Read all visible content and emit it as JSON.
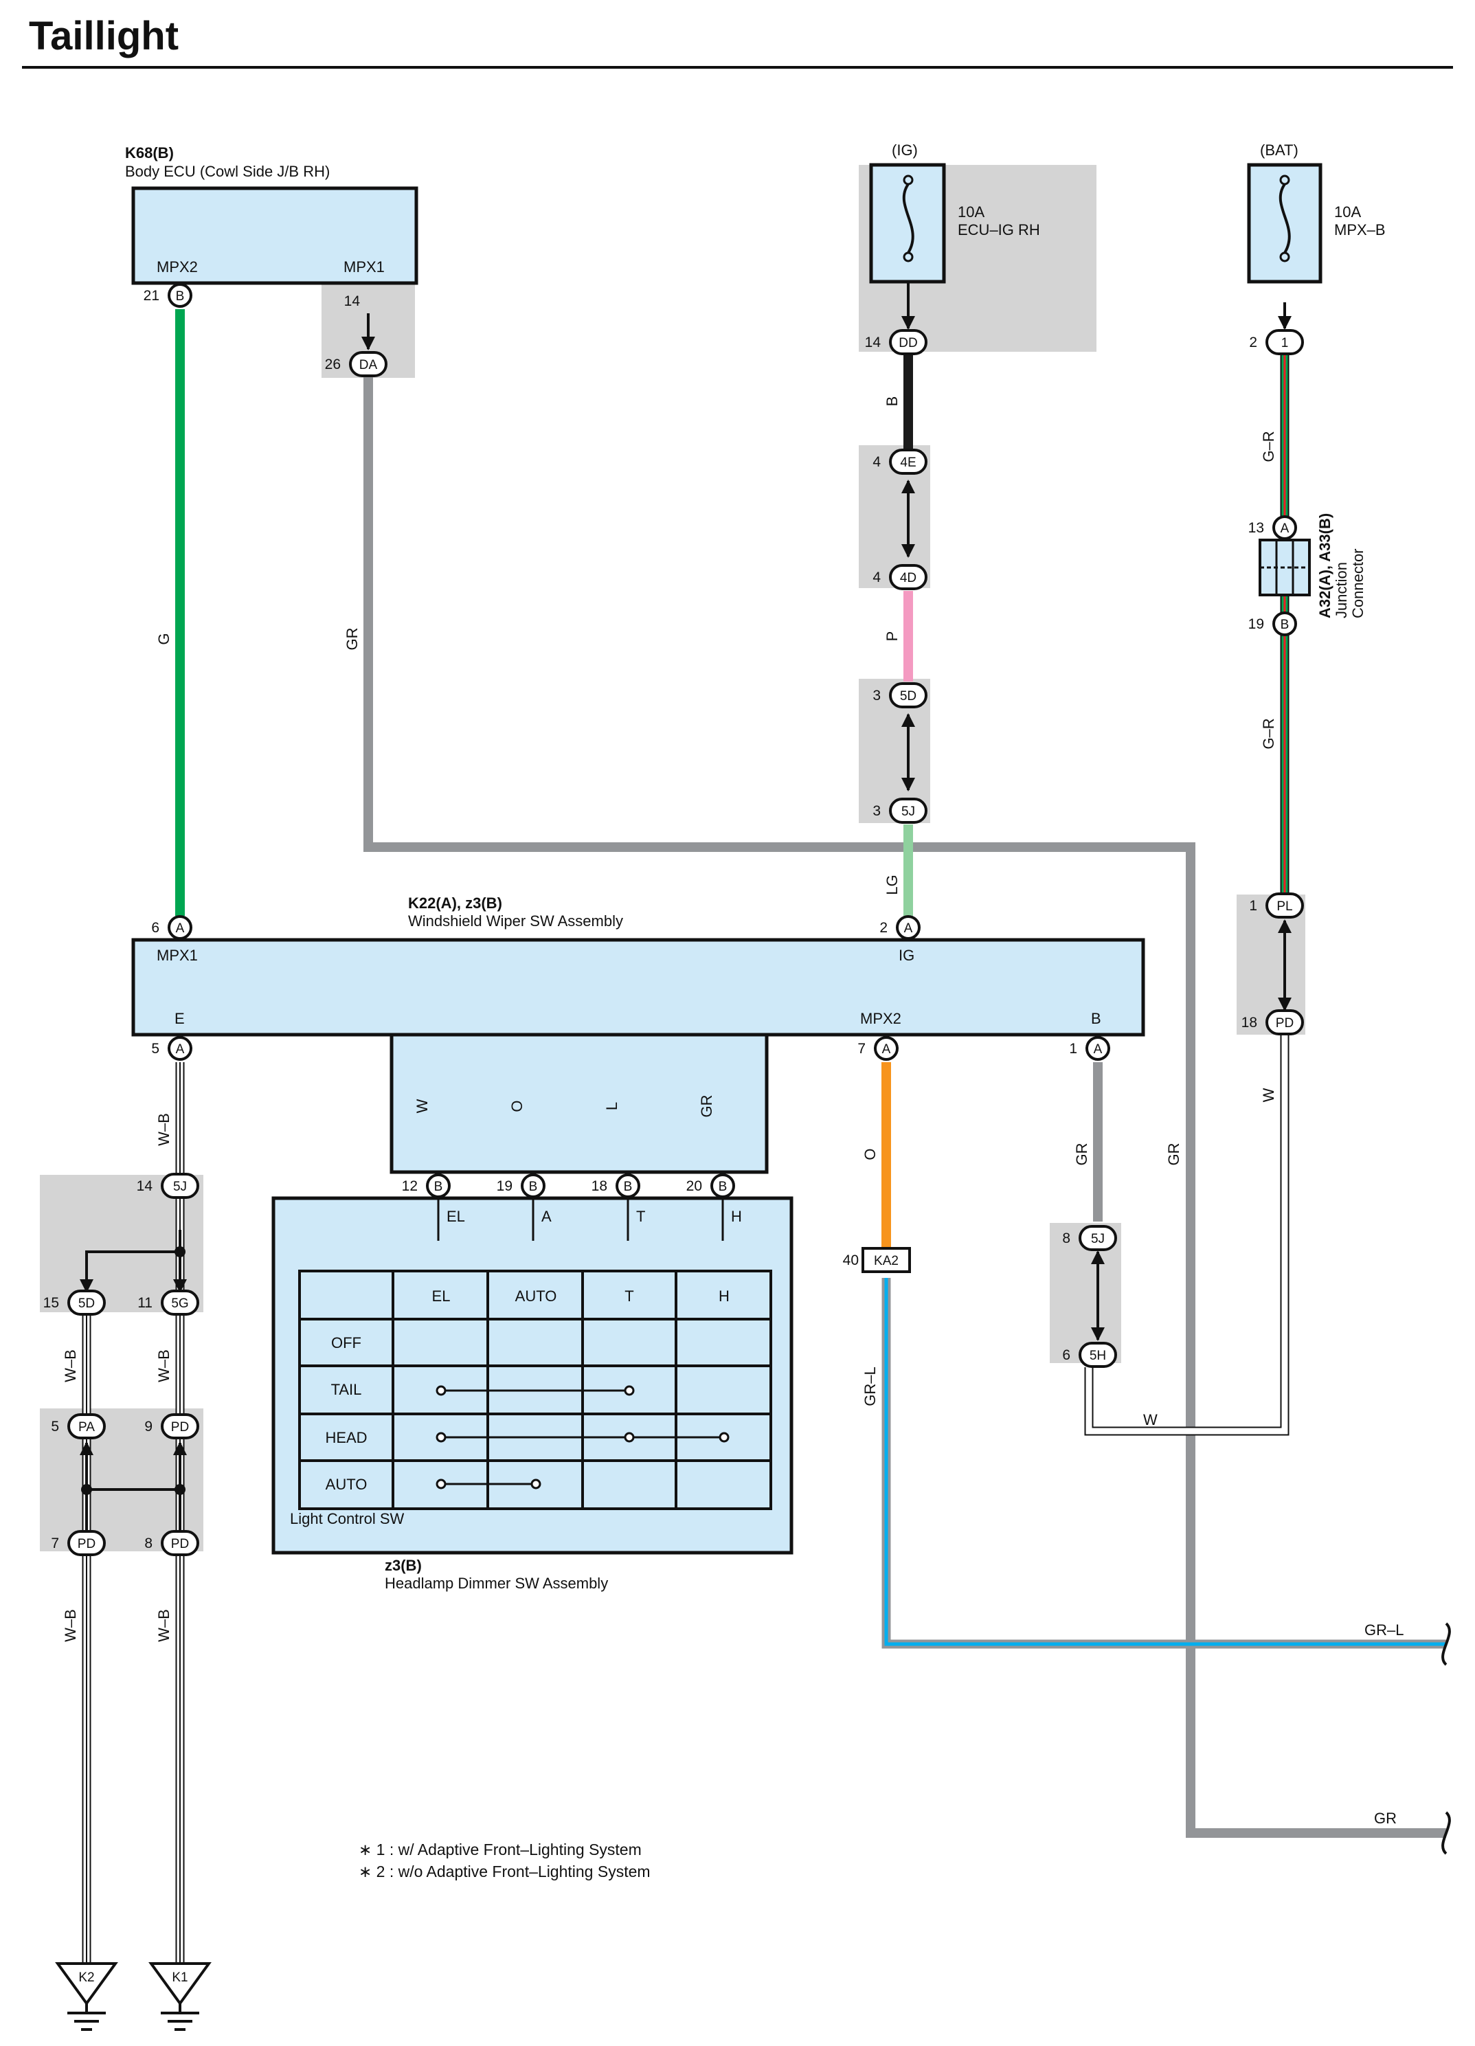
{
  "title": "Taillight",
  "components": {
    "body_ecu": {
      "ref": "K68(B)",
      "name": "Body ECU (Cowl Side J/B RH)",
      "pins": [
        "MPX2",
        "MPX1"
      ]
    },
    "fuse_ig": {
      "supply": "(IG)",
      "rating": "10A",
      "name": "ECU–IG RH"
    },
    "fuse_bat": {
      "supply": "(BAT)",
      "rating": "10A",
      "name": "MPX–B"
    },
    "junction": {
      "ref": "A32(A), A33(B)",
      "name_line1": "Junction",
      "name_line2": "Connector"
    },
    "wiper_sw": {
      "ref": "K22(A), z3(B)",
      "name": "Windshield Wiper SW Assembly",
      "pins": [
        "MPX1",
        "IG",
        "E",
        "MPX2",
        "B"
      ]
    },
    "dimmer_sw": {
      "ref": "z3(B)",
      "name": "Headlamp Dimmer SW Assembly",
      "inner_label": "Light Control SW",
      "switch_pins": [
        "EL",
        "A",
        "T",
        "H"
      ]
    }
  },
  "switch_table": {
    "columns": [
      "",
      "EL",
      "AUTO",
      "T",
      "H"
    ],
    "rows": [
      "OFF",
      "TAIL",
      "HEAD",
      "AUTO"
    ]
  },
  "connectors": {
    "ecu_21": {
      "pin": "21",
      "id": "B"
    },
    "ecu_14": {
      "pin": "14",
      "id": ""
    },
    "da_26": {
      "pin": "26",
      "id": "DA"
    },
    "dd_14": {
      "pin": "14",
      "id": "DD"
    },
    "e4_4": {
      "pin": "4",
      "id": "4E"
    },
    "d4_4": {
      "pin": "4",
      "id": "4D"
    },
    "d5_3": {
      "pin": "3",
      "id": "5D"
    },
    "j5_3": {
      "pin": "3",
      "id": "5J"
    },
    "bat_2": {
      "pin": "2",
      "id": "1"
    },
    "jc_13": {
      "pin": "13",
      "id": "A"
    },
    "jc_19": {
      "pin": "19",
      "id": "B"
    },
    "pl_1": {
      "pin": "1",
      "id": "PL"
    },
    "pd_18": {
      "pin": "18",
      "id": "PD"
    },
    "w_6": {
      "pin": "6",
      "id": "A"
    },
    "w_2": {
      "pin": "2",
      "id": "A"
    },
    "w_5": {
      "pin": "5",
      "id": "A"
    },
    "w_7": {
      "pin": "7",
      "id": "A"
    },
    "w_1": {
      "pin": "1",
      "id": "A"
    },
    "b_12": {
      "pin": "12",
      "id": "B"
    },
    "b_19": {
      "pin": "19",
      "id": "B"
    },
    "b_18": {
      "pin": "18",
      "id": "B"
    },
    "b_20": {
      "pin": "20",
      "id": "B"
    },
    "j5_14": {
      "pin": "14",
      "id": "5J"
    },
    "d5_15": {
      "pin": "15",
      "id": "5D"
    },
    "g5_11": {
      "pin": "11",
      "id": "5G"
    },
    "pa_5": {
      "pin": "5",
      "id": "PA"
    },
    "pd_9": {
      "pin": "9",
      "id": "PD"
    },
    "pd_7": {
      "pin": "7",
      "id": "PD"
    },
    "pd_8": {
      "pin": "8",
      "id": "PD"
    },
    "ka2_40": {
      "pin": "40",
      "id": "KA2"
    },
    "j5_8": {
      "pin": "8",
      "id": "5J"
    },
    "h5_6": {
      "pin": "6",
      "id": "5H"
    }
  },
  "wires": {
    "g": "G",
    "gr": "GR",
    "b": "B",
    "p": "P",
    "lg": "LG",
    "g_r": "G–R",
    "w_b": "W–B",
    "w": "W",
    "o": "O",
    "l": "L",
    "gr_l": "GR–L"
  },
  "wire_colors": {
    "G": "#00a651",
    "GR": "#939598",
    "B": "#1a1a1a",
    "P": "#f49ac1",
    "LG": "#8fd19e",
    "O": "#f7941d",
    "L": "#00aeef",
    "W": "#ffffff",
    "R": "#ed1c24"
  },
  "grounds": [
    "K2",
    "K1"
  ],
  "notes": [
    "∗ 1 : w/ Adaptive Front–Lighting System",
    "∗ 2 : w/o Adaptive Front–Lighting System"
  ]
}
